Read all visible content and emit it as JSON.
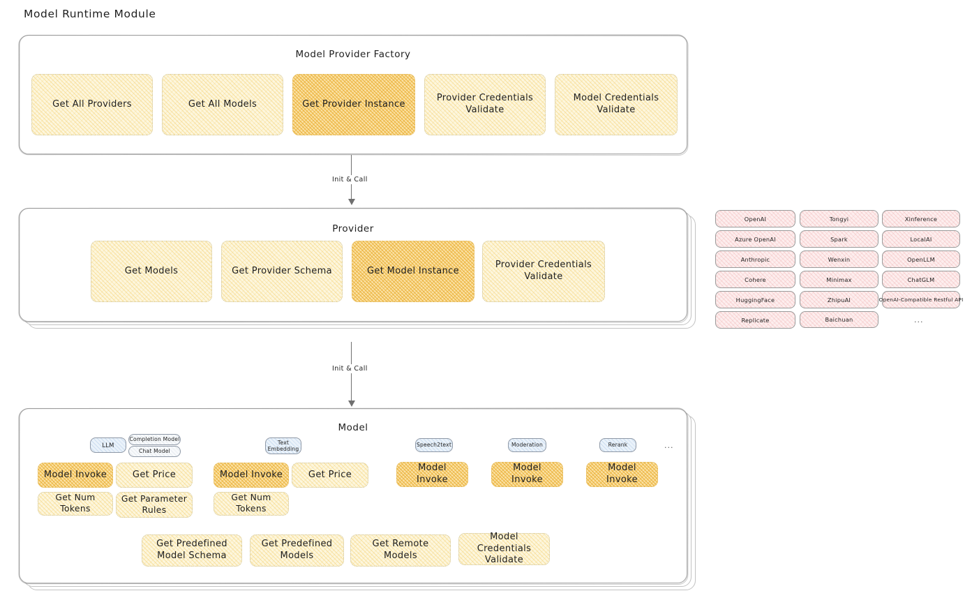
{
  "page": {
    "title": "Model Runtime Module"
  },
  "sections": {
    "factory": {
      "title": "Model Provider Factory",
      "boxes": [
        {
          "label": "Get All Providers",
          "highlighted": false
        },
        {
          "label": "Get All Models",
          "highlighted": false
        },
        {
          "label": "Get Provider Instance",
          "highlighted": true
        },
        {
          "label": "Provider Credentials Validate",
          "highlighted": false
        },
        {
          "label": "Model Credentials Validate",
          "highlighted": false
        }
      ]
    },
    "provider": {
      "title": "Provider",
      "boxes": [
        {
          "label": "Get Models",
          "highlighted": false
        },
        {
          "label": "Get Provider Schema",
          "highlighted": false
        },
        {
          "label": "Get Model Instance",
          "highlighted": true
        },
        {
          "label": "Provider Credentials Validate",
          "highlighted": false
        }
      ]
    },
    "model": {
      "title": "Model",
      "types": [
        {
          "name": "LLM",
          "subtypes": [
            "Completion Model",
            "Chat Model"
          ],
          "methods": [
            "Model Invoke",
            "Get Price",
            "Get Num Tokens",
            "Get Parameter Rules"
          ]
        },
        {
          "name": "Text Embedding",
          "subtypes": [],
          "methods": [
            "Model Invoke",
            "Get Price",
            "Get Num Tokens"
          ]
        },
        {
          "name": "Speech2text",
          "subtypes": [],
          "methods": [
            "Model Invoke"
          ]
        },
        {
          "name": "Moderation",
          "subtypes": [],
          "methods": [
            "Model Invoke"
          ]
        },
        {
          "name": "Rerank",
          "subtypes": [],
          "methods": [
            "Model Invoke"
          ]
        }
      ],
      "more_indicator": "...",
      "common_methods": [
        "Get Predefined Model Schema",
        "Get Predefined Models",
        "Get Remote Models",
        "Model Credentials Validate"
      ]
    }
  },
  "connectors": [
    {
      "label": "Init & Call"
    },
    {
      "label": "Init & Call"
    }
  ],
  "provider_list": {
    "columns": [
      [
        "OpenAI",
        "Azure OpenAI",
        "Anthropic",
        "Cohere",
        "HuggingFace",
        "Replicate"
      ],
      [
        "Tongyi",
        "Spark",
        "Wenxin",
        "Minimax",
        "ZhipuAI",
        "Baichuan"
      ],
      [
        "Xinference",
        "LocalAI",
        "OpenLLM",
        "ChatGLM",
        "OpenAI-Compatible Restful API"
      ]
    ],
    "more_indicator": "..."
  },
  "colors": {
    "background": "#ffffff",
    "panel_border": "#b9b9b9",
    "box_fill": "#fdf6dd",
    "box_hatch": "#f3cd6a",
    "box_border": "#cfc49a",
    "highlight_fill": "#fbe3a8",
    "highlight_hatch": "#e9ac2f",
    "provider_chip_fill": "#fdeeee",
    "provider_chip_hatch": "#e99696",
    "model_chip_fill": "#eaf2fa",
    "model_chip_hatch": "#82aad7",
    "text": "#1e1e1e",
    "connector": "#6f6f6f"
  }
}
